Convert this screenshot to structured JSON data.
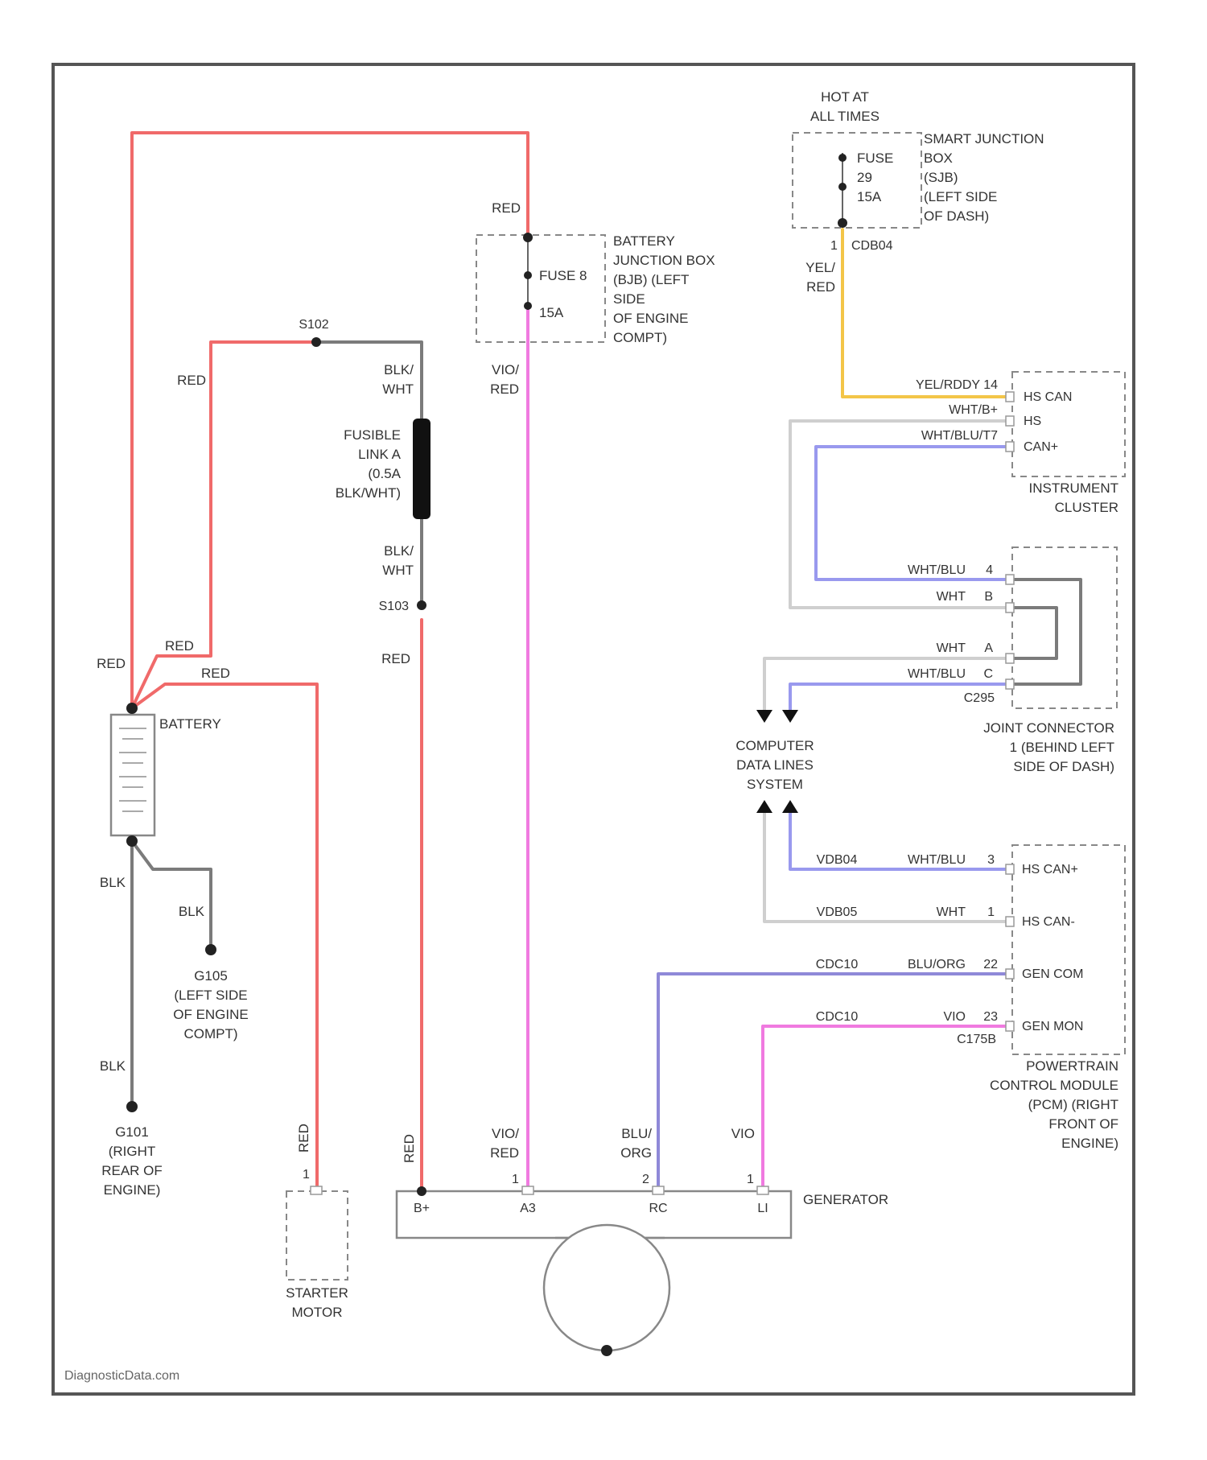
{
  "colors": {
    "red": "#f06a6a",
    "pink": "#f07ae0",
    "yellow": "#f3c548",
    "blue": "#9999ee",
    "purple": "#8f89d8",
    "gray": "#7b7b7b",
    "light_gray": "#cfcfcf",
    "black": "#222222"
  },
  "watermark": "DiagnosticData.com",
  "labels": {
    "hot_at_all_times": [
      "HOT AT",
      "ALL TIMES"
    ],
    "sjb_fuse": [
      "FUSE",
      "29",
      "15A"
    ],
    "sjb_name": [
      "SMART JUNCTION",
      "BOX",
      "(SJB)",
      "(LEFT SIDE",
      "OF DASH)"
    ],
    "sjb_pin": "1",
    "sjb_circuit": "CDB04",
    "yel_red": [
      "YEL/",
      "RED"
    ],
    "red_top": "RED",
    "bjb_fuse": [
      "FUSE 8",
      "15A"
    ],
    "bjb_name": [
      "BATTERY",
      "JUNCTION BOX",
      "(BJB) (LEFT",
      "SIDE",
      "OF ENGINE",
      "COMPT)"
    ],
    "vio_red": [
      "VIO/",
      "RED"
    ],
    "s102": "S102",
    "red_left": "RED",
    "blk_wht_top": [
      "BLK/",
      "WHT"
    ],
    "fusible_link": [
      "FUSIBLE",
      "LINK A",
      "(0.5A",
      "BLK/WHT)"
    ],
    "blk_wht_bottom": [
      "BLK/",
      "WHT"
    ],
    "s103": "S103",
    "red_mid": "RED",
    "red_bat1": "RED",
    "red_bat2": "RED",
    "red_bat3": "RED",
    "battery": "BATTERY",
    "blk1": "BLK",
    "blk2": "BLK",
    "blk3": "BLK",
    "g105": [
      "G105",
      "(LEFT SIDE",
      "OF ENGINE",
      "COMPT)"
    ],
    "g101": [
      "G101",
      "(RIGHT",
      "REAR OF",
      "ENGINE)"
    ],
    "red_starter": "RED",
    "starter_pin": "1",
    "starter_motor": [
      "STARTER",
      "MOTOR"
    ],
    "ic_wire1": "YEL/RDDY 14",
    "ic_wire2": "WHT/B+",
    "ic_wire3": "WHT/BLU/T7",
    "ic_pins": [
      "HS CAN",
      "HS",
      "CAN+"
    ],
    "instrument_cluster": [
      "INSTRUMENT",
      "CLUSTER"
    ],
    "jc_w1": "WHT/BLU",
    "jc_p1": "4",
    "jc_w2": "WHT",
    "jc_p2": "B",
    "jc_w3": "WHT",
    "jc_p3": "A",
    "jc_w4": "WHT/BLU",
    "jc_p4": "C",
    "jc_c": "C295",
    "joint_connector": [
      "JOINT CONNECTOR",
      "1 (BEHIND LEFT",
      "SIDE OF DASH)"
    ],
    "cdls": [
      "COMPUTER",
      "DATA LINES",
      "SYSTEM"
    ],
    "pcm_c1": "VDB04",
    "pcm_w1": "WHT/BLU",
    "pcm_p1": "3",
    "pcm_n1": "HS CAN+",
    "pcm_c2": "VDB05",
    "pcm_w2": "WHT",
    "pcm_p2": "1",
    "pcm_n2": "HS CAN-",
    "pcm_c3": "CDC10",
    "pcm_w3": "BLU/ORG",
    "pcm_p3": "22",
    "pcm_n3": "GEN COM",
    "pcm_c4": "CDC10",
    "pcm_w4": "VIO",
    "pcm_p4": "23",
    "pcm_n4": "GEN MON",
    "pcm_conn": "C175B",
    "pcm_name": [
      "POWERTRAIN",
      "CONTROL MODULE",
      "(PCM) (RIGHT",
      "FRONT OF",
      "ENGINE)"
    ],
    "gen_vio_red": [
      "VIO/",
      "RED"
    ],
    "gen_blu_org": [
      "BLU/",
      "ORG"
    ],
    "gen_vio": "VIO",
    "gen_red": "RED",
    "gen_pin_a": "1",
    "gen_pin_b": "2",
    "gen_pin_c": "1",
    "gen_terminals": [
      "B+",
      "A3",
      "RC",
      "LI"
    ],
    "generator": "GENERATOR"
  }
}
